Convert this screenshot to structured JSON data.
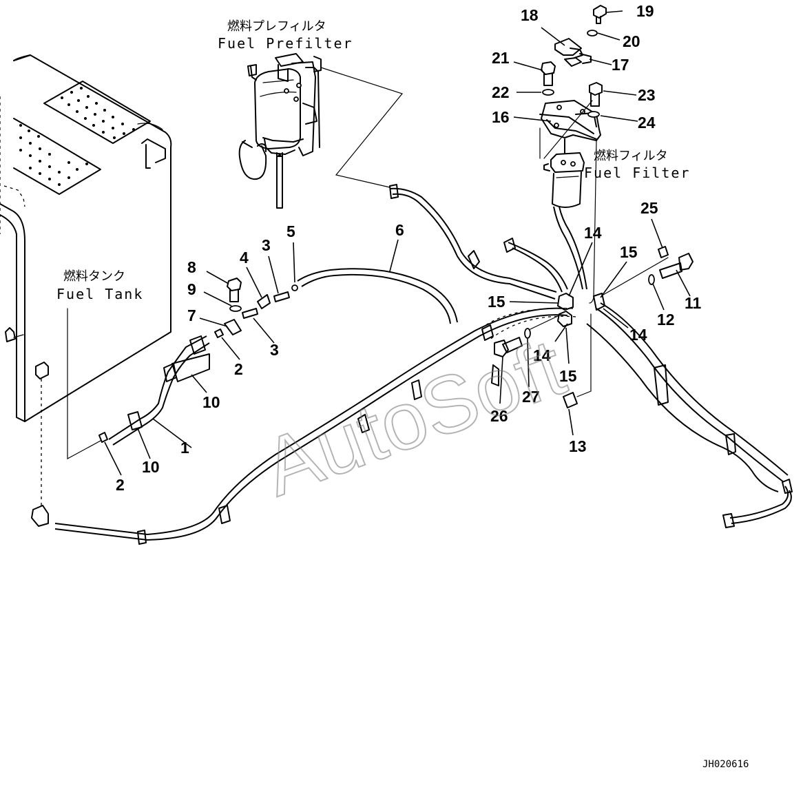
{
  "labels": {
    "prefilter_jp": "燃料プレフィルタ",
    "prefilter_en": "Fuel Prefilter",
    "filter_jp": "燃料フィルタ",
    "filter_en": "Fuel Filter",
    "tank_jp": "燃料タンク",
    "tank_en": "Fuel Tank"
  },
  "callouts": {
    "n1": "1",
    "n2a": "2",
    "n2b": "2",
    "n3a": "3",
    "n3b": "3",
    "n4": "4",
    "n5": "5",
    "n6": "6",
    "n7": "7",
    "n8": "8",
    "n9": "9",
    "n10a": "10",
    "n10b": "10",
    "n11": "11",
    "n12": "12",
    "n13": "13",
    "n14a": "14",
    "n14b": "14",
    "n14c": "14",
    "n15a": "15",
    "n15b": "15",
    "n15c": "15",
    "n16": "16",
    "n17": "17",
    "n18": "18",
    "n19": "19",
    "n20": "20",
    "n21": "21",
    "n22": "22",
    "n23": "23",
    "n24": "24",
    "n25": "25",
    "n26": "26",
    "n27": "27"
  },
  "drawing_code": "JH020616",
  "watermark": "AutoSoft"
}
